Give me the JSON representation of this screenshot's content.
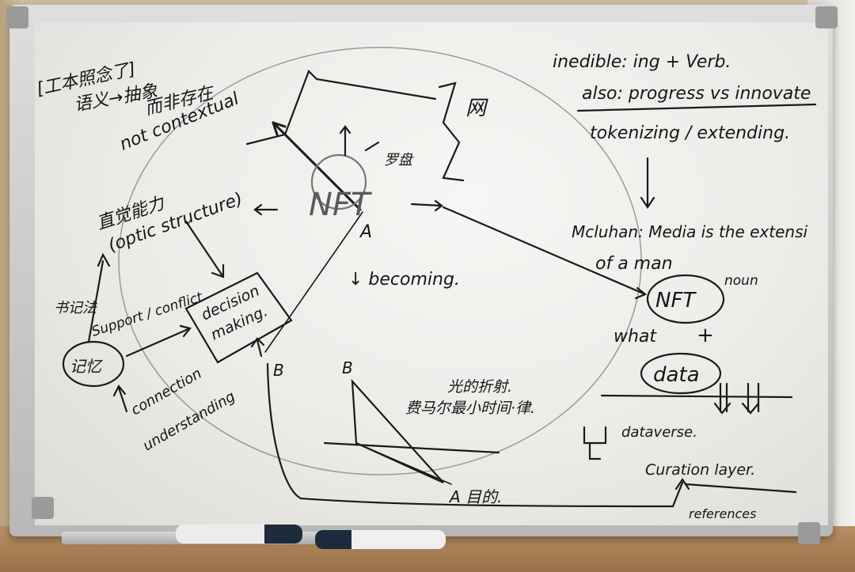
{
  "scene": {
    "description_label": "",
    "board_colors": {
      "ink": "#161616",
      "board": "#efeeeb",
      "frame": "#c4c4c4"
    }
  },
  "text": {
    "concept": "[工本照念了]",
    "semantics": "语义→抽象",
    "non_existence": "而非存在",
    "not_contextual": "not contextual",
    "net": "网",
    "compass": "罗盘",
    "intuition": "直觉能力",
    "optic": "(optic structure)",
    "nft_center": "NFT",
    "point_a": "A",
    "point_b": "B",
    "becoming": "↓ becoming.",
    "decision": "decision",
    "making": "making.",
    "support": "Support / conflict",
    "memory_cn": "书记法",
    "memory_circle": "记忆",
    "connection": "connection",
    "understanding": "understanding",
    "light_refraction": "光的折射.",
    "fermat": "费马尔最小时间·律.",
    "triangle_b": "B",
    "triangle_a": "A 目的.",
    "inedible": "inedible: ing + Verb.",
    "also": "also: progress vs innovate",
    "tokenizing": "tokenizing / extending.",
    "mcluhan": "Mcluhan: Media is the extensi",
    "of_a_man": "of a man",
    "nft_noun": "NFT",
    "noun": "noun",
    "what": "what",
    "plus": "+",
    "data": "data",
    "dataverse": "dataverse.",
    "curation": "Curation layer.",
    "references": "references"
  }
}
